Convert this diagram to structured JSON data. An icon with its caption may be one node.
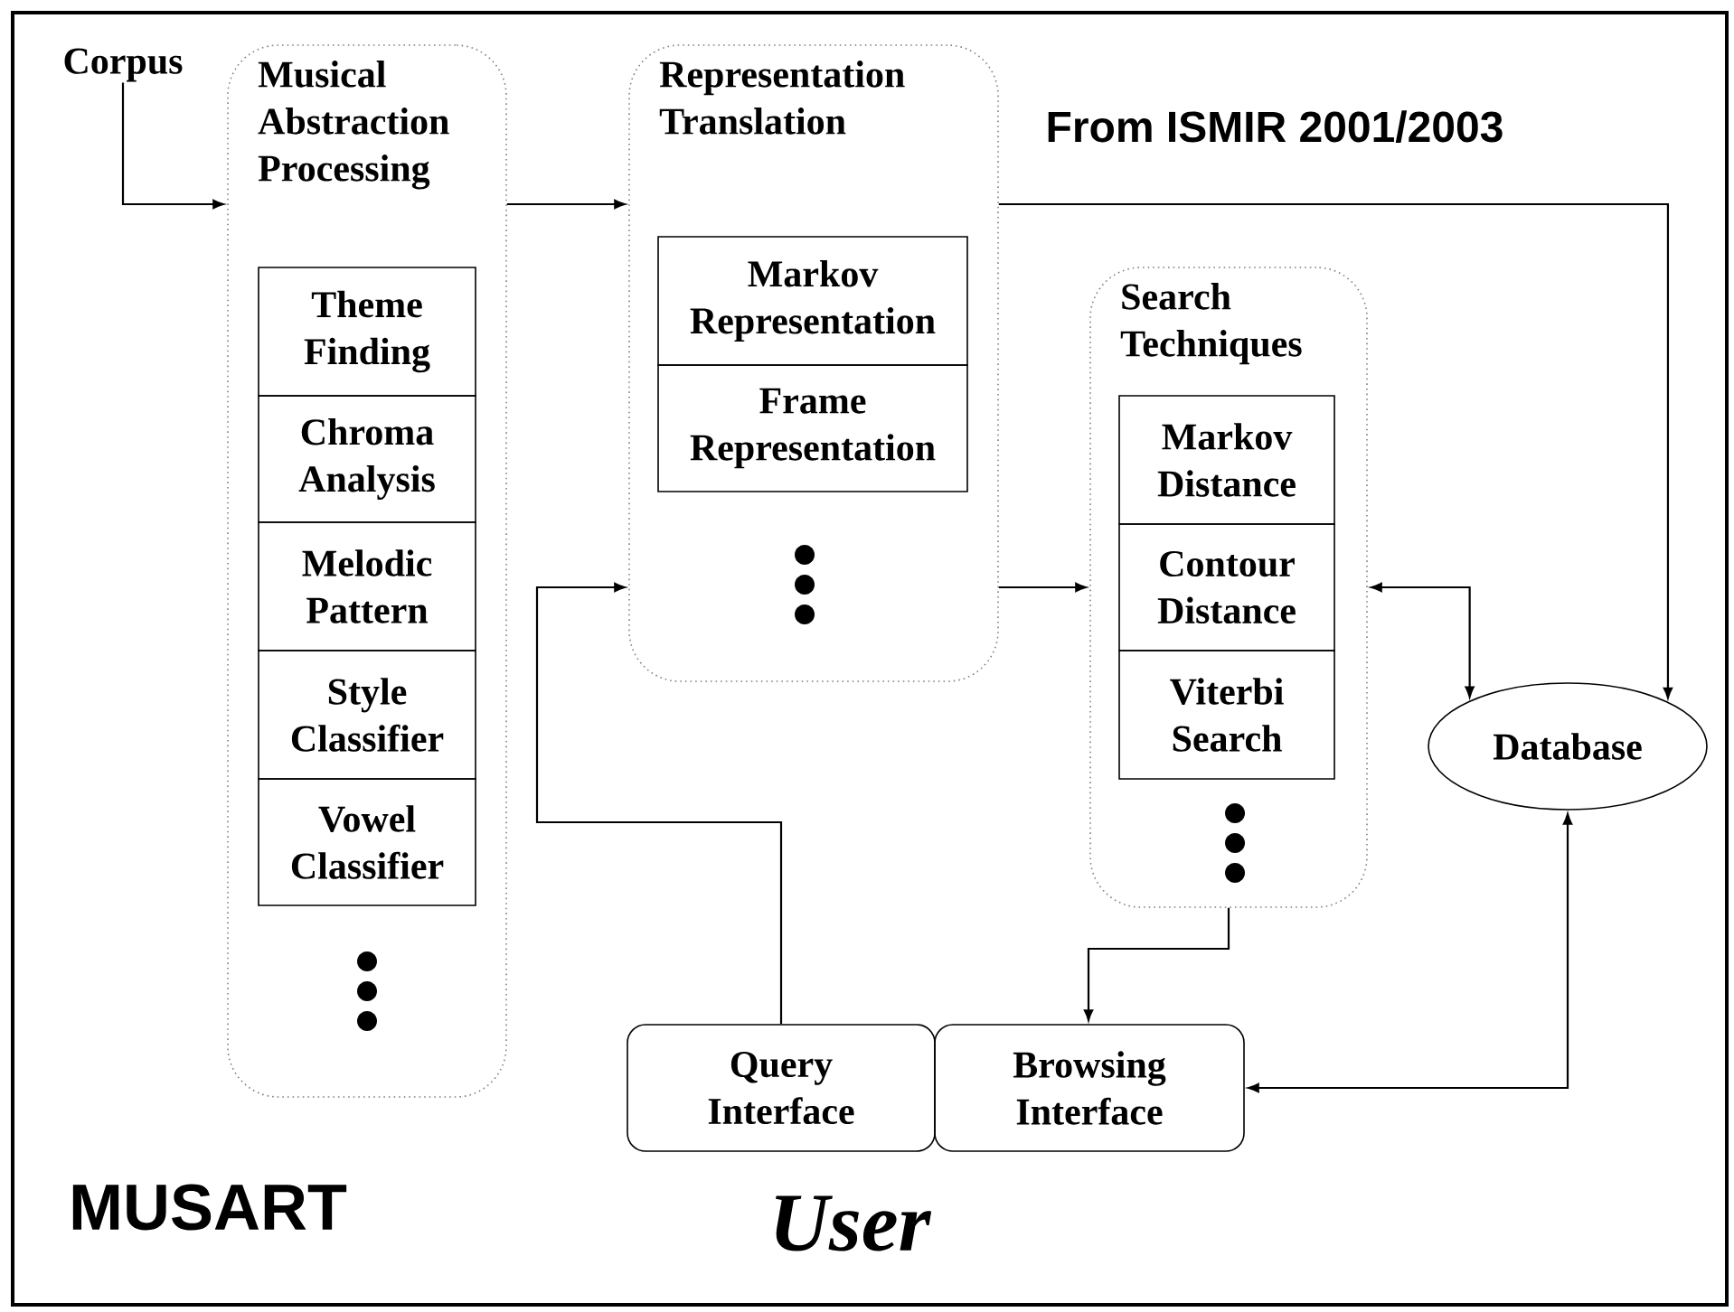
{
  "diagram": {
    "nodes": [
      {
        "text": [
          "Corpus"
        ]
      },
      {
        "text": [
          "Musical Abstraction Processing"
        ]
      },
      {
        "text": [
          "Theme Finding"
        ],
        "in": 1
      },
      {
        "text": [
          "Chroma Analysis"
        ],
        "in": 1
      },
      {
        "text": [
          "Melodic Pattern"
        ],
        "in": 1
      },
      {
        "text": [
          "Style Classifier"
        ],
        "in": 1
      },
      {
        "text": [
          "Vowel Classifier"
        ],
        "in": 1
      },
      {
        "text": [
          "Representation Translation"
        ]
      },
      {
        "text": [
          "Markov Representation"
        ],
        "in": 7
      },
      {
        "text": [
          "Frame Representation"
        ],
        "in": 7
      },
      {
        "text": [
          "Search Techniques"
        ]
      },
      {
        "text": [
          "Markov Distance"
        ],
        "in": 10
      },
      {
        "text": [
          "Contour Distance"
        ],
        "in": 10
      },
      {
        "text": [
          "Viterbi Search"
        ],
        "in": 10
      },
      {
        "text": [
          "Database"
        ]
      },
      {
        "text": [
          "Query Interface"
        ]
      },
      {
        "text": [
          "Browsing Interface"
        ]
      }
    ],
    "edges": [
      {
        "from": 0,
        "to": 1,
        "arrow": "to"
      },
      {
        "from": 1,
        "to": 7,
        "arrow": "to"
      },
      {
        "from": 7,
        "to": 10,
        "arrow": "to"
      },
      {
        "from": 7,
        "to": 14,
        "arrow": "to"
      },
      {
        "from": 10,
        "to": 14,
        "arrow": "both"
      },
      {
        "from": 15,
        "to": 7,
        "arrow": "to"
      },
      {
        "from": 10,
        "to": 16,
        "arrow": "to"
      },
      {
        "from": 14,
        "to": 16,
        "arrow": "both"
      }
    ],
    "labels": [
      "From ISMIR 2001/2003",
      "MUSART",
      "User"
    ]
  }
}
